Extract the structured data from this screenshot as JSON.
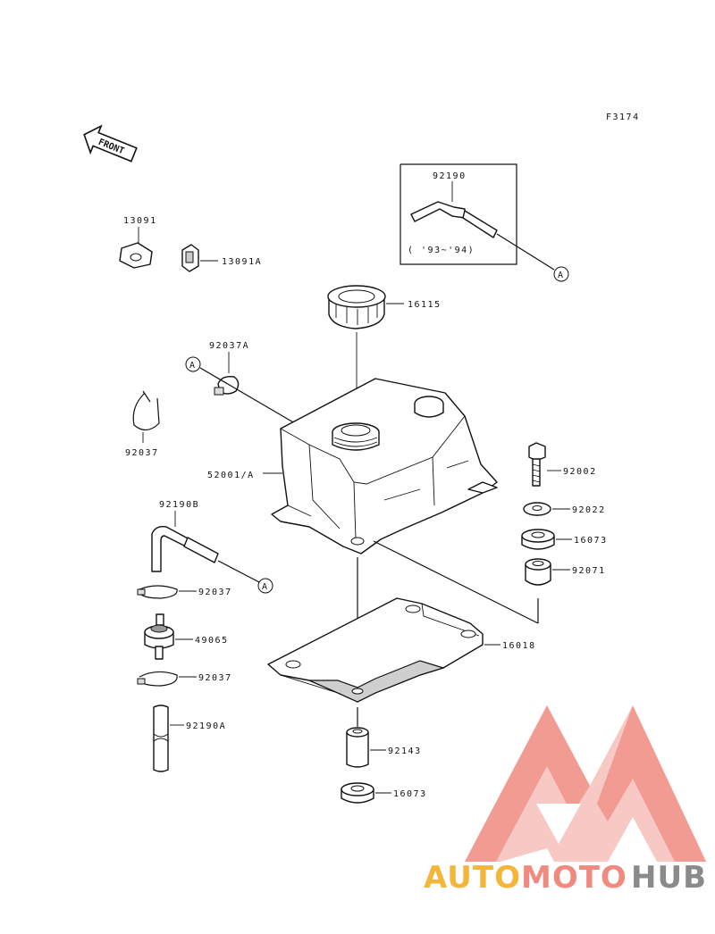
{
  "figure_code": "F3174",
  "front_label": "FRONT",
  "callout_letter": "A",
  "inset_note": "( '93~'94)",
  "parts": {
    "p92190": "92190",
    "p13091": "13091",
    "p13091A": "13091A",
    "p16115": "16115",
    "p92037A": "92037A",
    "p92037_left": "92037",
    "p52001A": "52001/A",
    "p92002": "92002",
    "p92022": "92022",
    "p16073_right": "16073",
    "p92071": "92071",
    "p92190B": "92190B",
    "p92037_a": "92037",
    "p49065": "49065",
    "p92037_b": "92037",
    "p92190A": "92190A",
    "p16018": "16018",
    "p92143": "92143",
    "p16073_bottom": "16073"
  },
  "watermark": {
    "part1": "AUTO",
    "part2": "MOTO",
    "part3": "HUB",
    "color1": "#f4b63a",
    "color2": "#f08a80",
    "color3": "#8a8a8a",
    "logo_color": "#f08a80"
  }
}
